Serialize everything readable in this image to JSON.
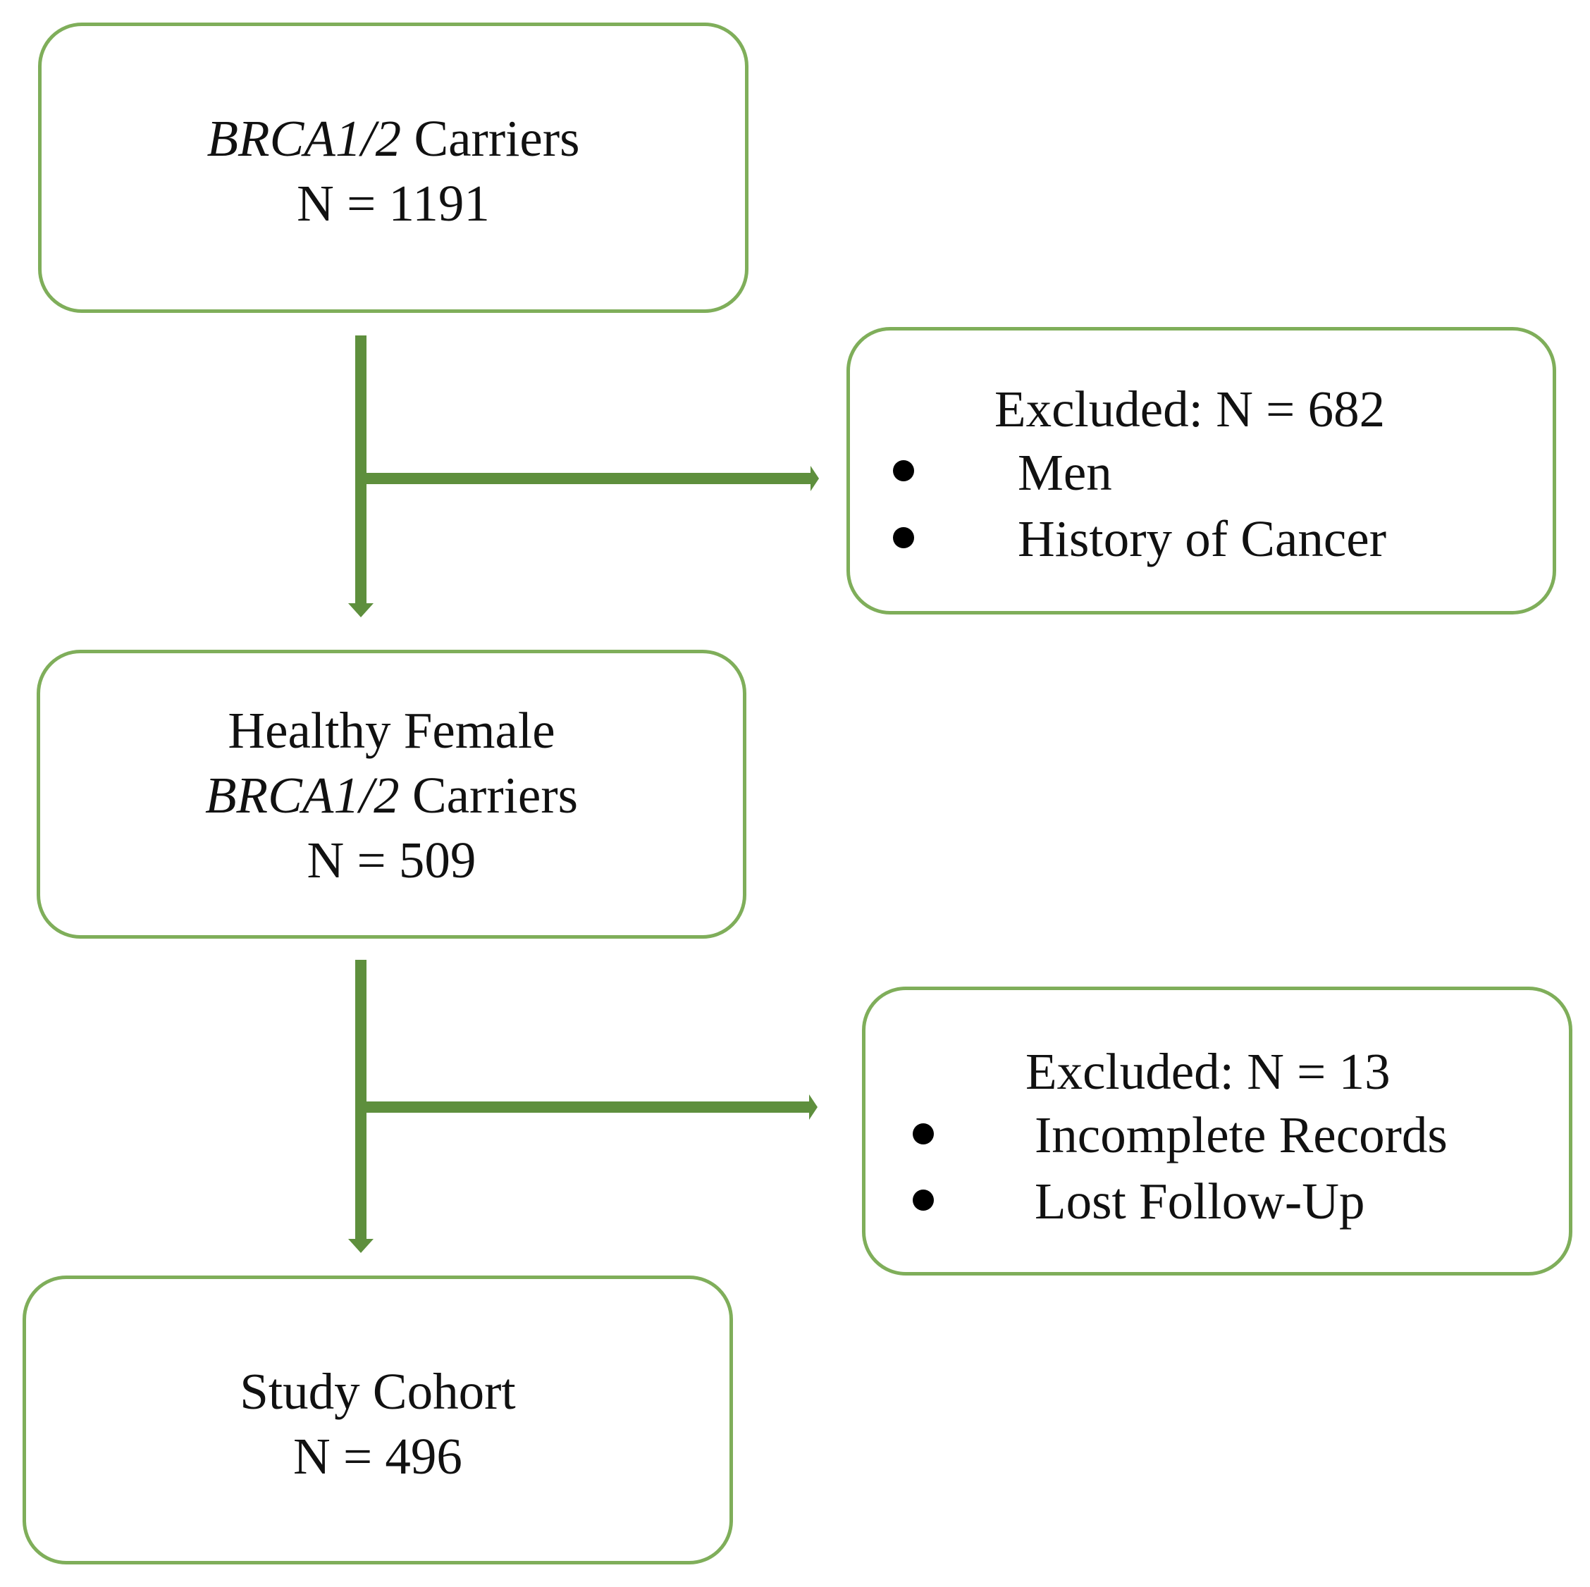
{
  "diagram": {
    "accent_color": "#7fae5a",
    "arrow_color": "#5e8f3d",
    "boxes": {
      "carriers": {
        "line1_italic": "BRCA1/2",
        "line1_rest": " Carriers",
        "count": "N = 1191"
      },
      "excluded_1": {
        "title": "Excluded: N = 682",
        "items": [
          "Men",
          "History of Cancer"
        ]
      },
      "healthy": {
        "line1": "Healthy Female",
        "line2_italic": "BRCA1/2",
        "line2_rest": " Carriers",
        "count": "N = 509"
      },
      "excluded_2": {
        "title": "Excluded: N = 13",
        "items": [
          "Incomplete Records",
          "Lost Follow-Up"
        ]
      },
      "cohort": {
        "line1": "Study Cohort",
        "count": "N = 496"
      }
    }
  }
}
